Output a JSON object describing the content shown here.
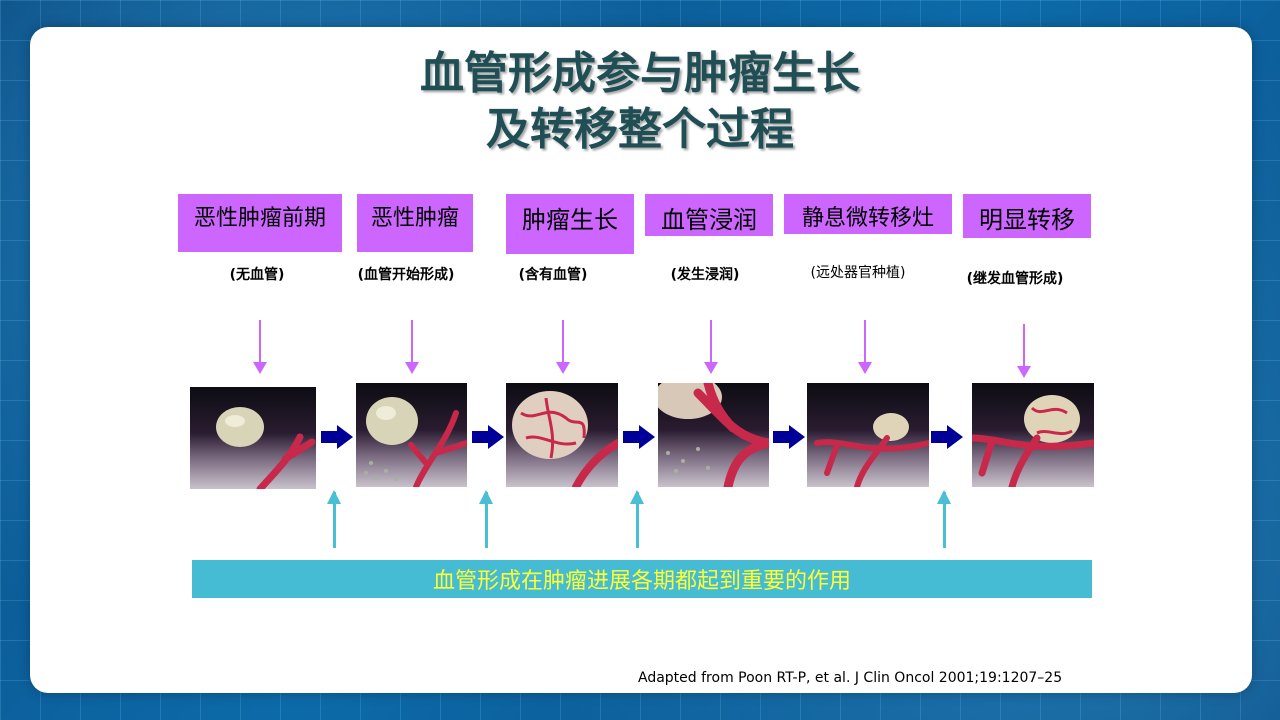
{
  "title_line1": "血管形成参与肿瘤生长",
  "title_line2": "及转移整个过程",
  "stages": [
    {
      "label": "恶性肿瘤前期",
      "sub": "(无血管)"
    },
    {
      "label": "恶性肿瘤",
      "sub": "(血管开始形成)"
    },
    {
      "label": "肿瘤生长",
      "sub": "(含有血管)"
    },
    {
      "label": "血管浸润",
      "sub": "(发生浸润)"
    },
    {
      "label": "静息微转移灶",
      "sub": "(远处器官种植)"
    },
    {
      "label": "明显转移",
      "sub": "(继发血管形成)"
    }
  ],
  "images": [
    {
      "icon": "avascular-tumor-illustration"
    },
    {
      "icon": "early-angiogenesis-illustration"
    },
    {
      "icon": "vascularized-tumor-illustration"
    },
    {
      "icon": "vascular-invasion-illustration"
    },
    {
      "icon": "dormant-micrometastasis-illustration"
    },
    {
      "icon": "overt-metastasis-illustration"
    }
  ],
  "banner": "血管形成在肿瘤进展各期都起到重要的作用",
  "citation": "Adapted from Poon RT-P, et al. J Clin Oncol 2001;19:1207–25",
  "colors": {
    "stage_box": "#cc66ff",
    "banner": "#45bcd3",
    "banner_text": "#ffff33",
    "flow_arrow": "#000099",
    "title": "#1f4e55"
  }
}
